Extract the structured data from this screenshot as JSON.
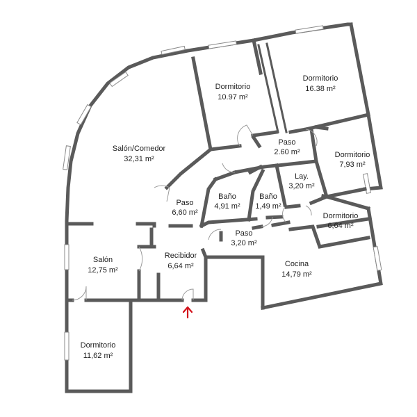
{
  "rooms": [
    {
      "name": "Dormitorio",
      "area": "10.97 m²"
    },
    {
      "name": "Dormitorio",
      "area": "16.38 m²"
    },
    {
      "name": "Paso",
      "area": "2.60 m²"
    },
    {
      "name": "Dormitorio",
      "area": "7,93 m²"
    },
    {
      "name": "Salón/Comedor",
      "area": "32,31 m²"
    },
    {
      "name": "Paso",
      "area": "6,60 m²"
    },
    {
      "name": "Baño",
      "area": "4,91 m²"
    },
    {
      "name": "Baño",
      "area": "1,49 m²"
    },
    {
      "name": "Lay.",
      "area": "3,20 m²"
    },
    {
      "name": "Dormitorio",
      "area": "6,64 m²"
    },
    {
      "name": "Paso",
      "area": "3,20 m²"
    },
    {
      "name": "Salón",
      "area": "12,75 m²"
    },
    {
      "name": "Recibidor",
      "area": "6,64 m²"
    },
    {
      "name": "Cocina",
      "area": "14,79 m²"
    },
    {
      "name": "Dormitorio",
      "area": "11,62 m²"
    }
  ],
  "colors": {
    "wall": "#5a5a5a",
    "entrance_arrow": "#d3121b"
  },
  "icons": {
    "entrance": "entrance-arrow-icon"
  }
}
